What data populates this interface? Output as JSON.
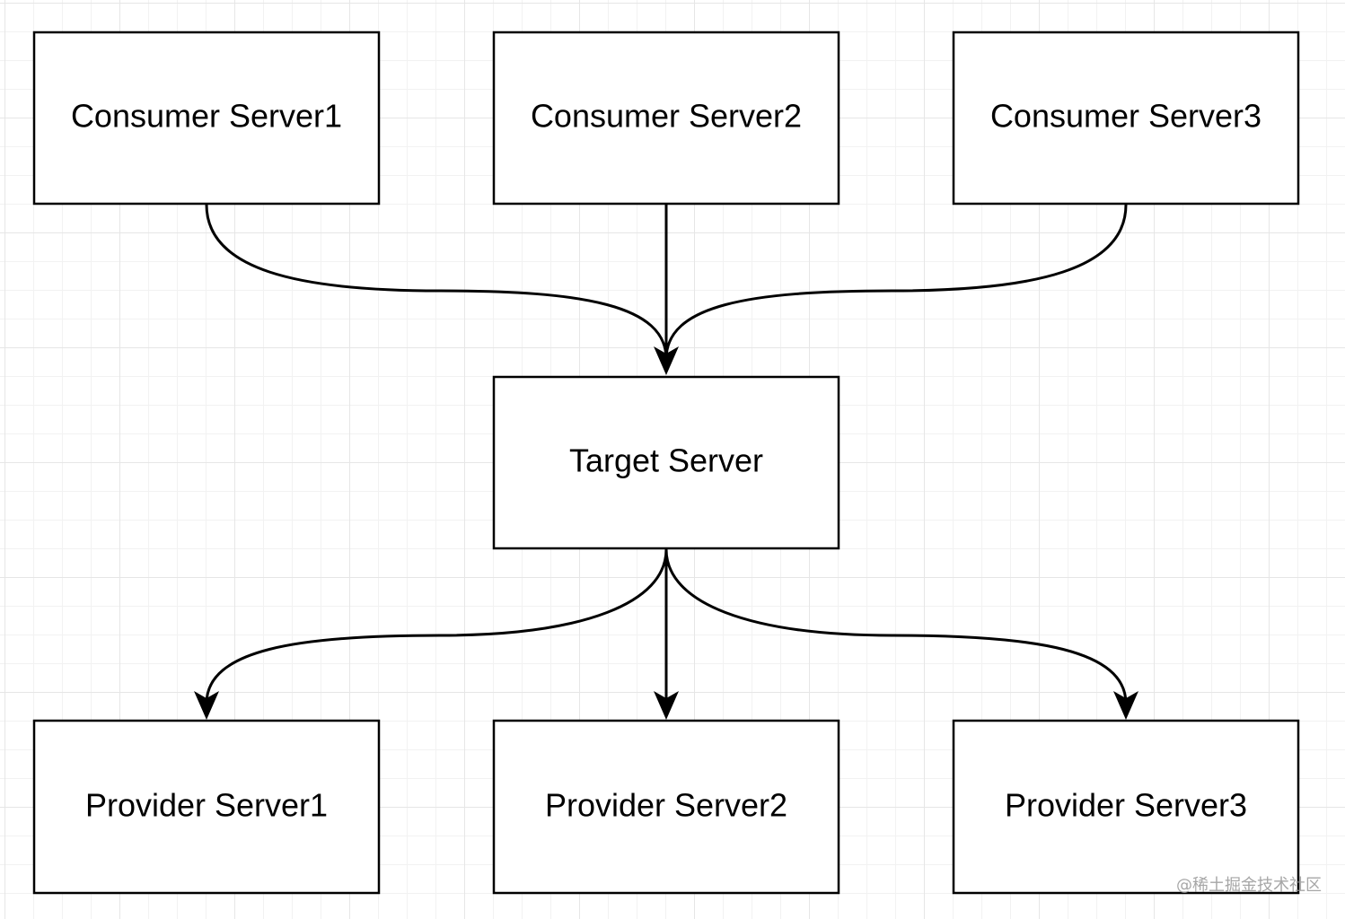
{
  "nodes": {
    "consumer1": "Consumer Server1",
    "consumer2": "Consumer Server2",
    "consumer3": "Consumer Server3",
    "target": "Target Server",
    "provider1": "Provider Server1",
    "provider2": "Provider Server2",
    "provider3": "Provider Server3"
  },
  "edges": [
    {
      "from": "Consumer Server1",
      "to": "Target Server"
    },
    {
      "from": "Consumer Server2",
      "to": "Target Server"
    },
    {
      "from": "Consumer Server3",
      "to": "Target Server"
    },
    {
      "from": "Target Server",
      "to": "Provider Server1"
    },
    {
      "from": "Target Server",
      "to": "Provider Server2"
    },
    {
      "from": "Target Server",
      "to": "Provider Server3"
    }
  ],
  "watermark": "@稀土掘金技术社区",
  "colors": {
    "stroke": "#000000",
    "node_fill": "#ffffff",
    "grid": "#e6e6e6"
  }
}
